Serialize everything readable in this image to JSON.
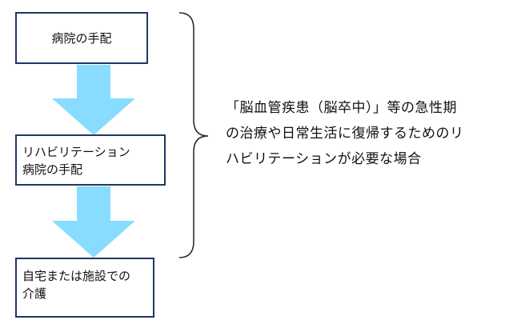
{
  "flow": {
    "steps": [
      {
        "lines": [
          "病院の手配"
        ]
      },
      {
        "lines": [
          "リハビリテーション",
          "病院の手配"
        ]
      },
      {
        "lines": [
          "自宅または施設での",
          "介護"
        ]
      }
    ],
    "arrow_color": "#87dcff",
    "box_border_color": "#1f3864"
  },
  "note": {
    "lines": [
      "「脳血管疾患（脳卒中）」等の急性期",
      "の治療や日常生活に復帰するためのリ",
      "ハビリテーションが必要な場合"
    ]
  }
}
